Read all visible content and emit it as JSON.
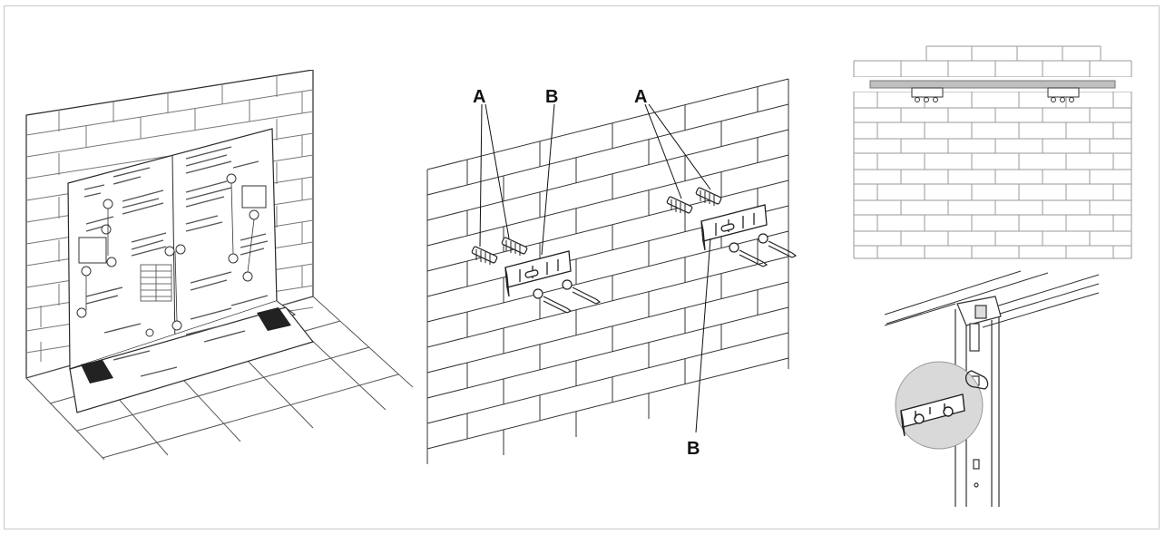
{
  "callouts": {
    "a_left": "A",
    "b_top": "B",
    "a_right": "A",
    "b_bottom": "B"
  },
  "colors": {
    "line": "#2a2a2a",
    "light_line": "#8a8a8a",
    "brick_line": "#9a9a9a",
    "rail": "#bfbfbf",
    "magnifier": "#d9d9d9",
    "pad": "#222222"
  }
}
